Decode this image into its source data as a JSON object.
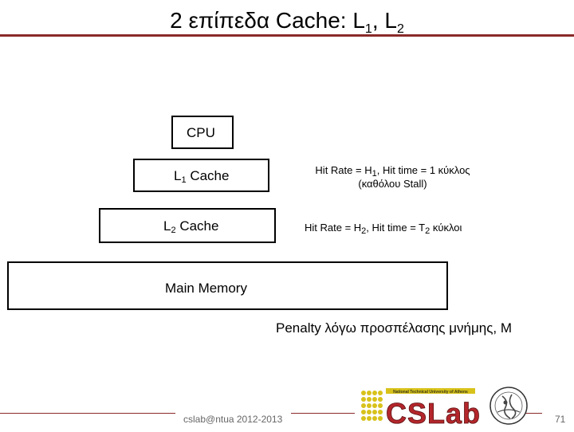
{
  "title": {
    "prefix": "2 επίπεδα Cache:  L",
    "sub1": "1",
    "mid": ", L",
    "sub2": "2"
  },
  "cpu": {
    "label": "CPU"
  },
  "l1": {
    "label_prefix": "L",
    "label_sub": "1",
    "label_suffix": " Cache",
    "note_line1_a": "Hit Rate = H",
    "note_line1_sub": "1",
    "note_line1_b": ",   Hit time = 1 κύκλος",
    "note_line2": "(καθόλου Stall)"
  },
  "l2": {
    "label_prefix": "L",
    "label_sub": "2",
    "label_suffix": " Cache",
    "note_a": "Hit Rate = H",
    "note_sub1": "2",
    "note_b": ",   Hit time = T",
    "note_sub2": "2",
    "note_c": " κύκλοι"
  },
  "main_memory": {
    "label": "Main Memory"
  },
  "penalty": {
    "text": "Penalty λόγω προσπέλασης μνήμης, M"
  },
  "footer": {
    "left_text": "cslab@ntua 2012-2013",
    "page_number": "71",
    "logo_text": "CSLab",
    "logo_subtitle": "National Technical University of Athens"
  },
  "colors": {
    "accent": "#8b2a2a",
    "logo_yellow": "#d8c21a",
    "logo_red": "#b3262b"
  }
}
